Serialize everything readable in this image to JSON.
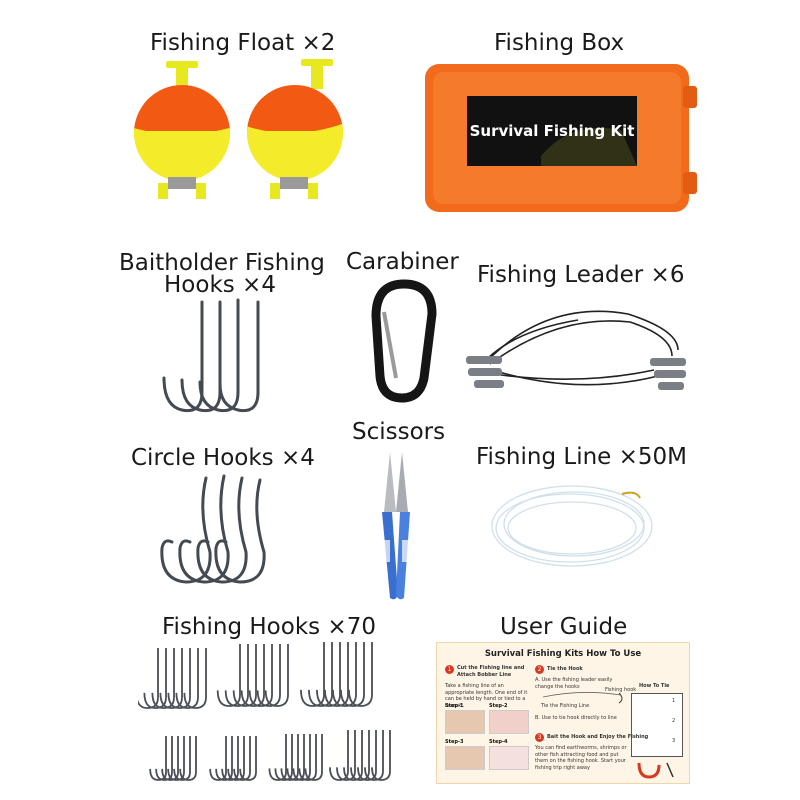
{
  "labels": {
    "fishing_float": "Fishing Float ×2",
    "fishing_box": "Fishing Box",
    "box_sticker": "Survival Fishing Kit",
    "baitholder_line1": "Baitholder Fishing",
    "baitholder_line2": "Hooks ×4",
    "carabiner": "Carabiner",
    "fishing_leader": "Fishing Leader ×6",
    "scissors": "Scissors",
    "circle_hooks": "Circle Hooks ×4",
    "fishing_line": "Fishing Line ×50M",
    "fishing_hooks": "Fishing Hooks ×70",
    "user_guide": "User Guide"
  },
  "guide": {
    "title": "Survival Fishing Kits How To Use",
    "step1_heading": "Cut the Fishing line and Attach Bobber Line",
    "step1_text": "Take a fishing line of an appropriate length. One end of it can be held by hand or tied to a branch.",
    "step2_heading": "Tie the Hook",
    "step2_a": "A. Use the fishing leader easily change the hooks",
    "step2_b": "B. Use to tie hook directly to line",
    "step2_leader": "Tie the Fishing Line",
    "step2_hook": "Fishing hook",
    "how_to_tie": "How To Tie",
    "step3_heading": "Bait the Hook and Enjoy the Fishing",
    "step3_text": "You can find earthworms, shrimps or other fish attracting food and put them on the fishing hook. Start your fishing trip right away",
    "step_labels": [
      "Step-1",
      "Step-2",
      "Step-3",
      "Step-4"
    ],
    "tie_numbers": [
      "1",
      "2",
      "3"
    ]
  },
  "colors": {
    "float_top": "#f25a14",
    "float_bottom": "#f4ec2a",
    "box_orange": "#f26a1b",
    "steel": "#444a52",
    "scissor_blue": "#3a6fd0"
  }
}
